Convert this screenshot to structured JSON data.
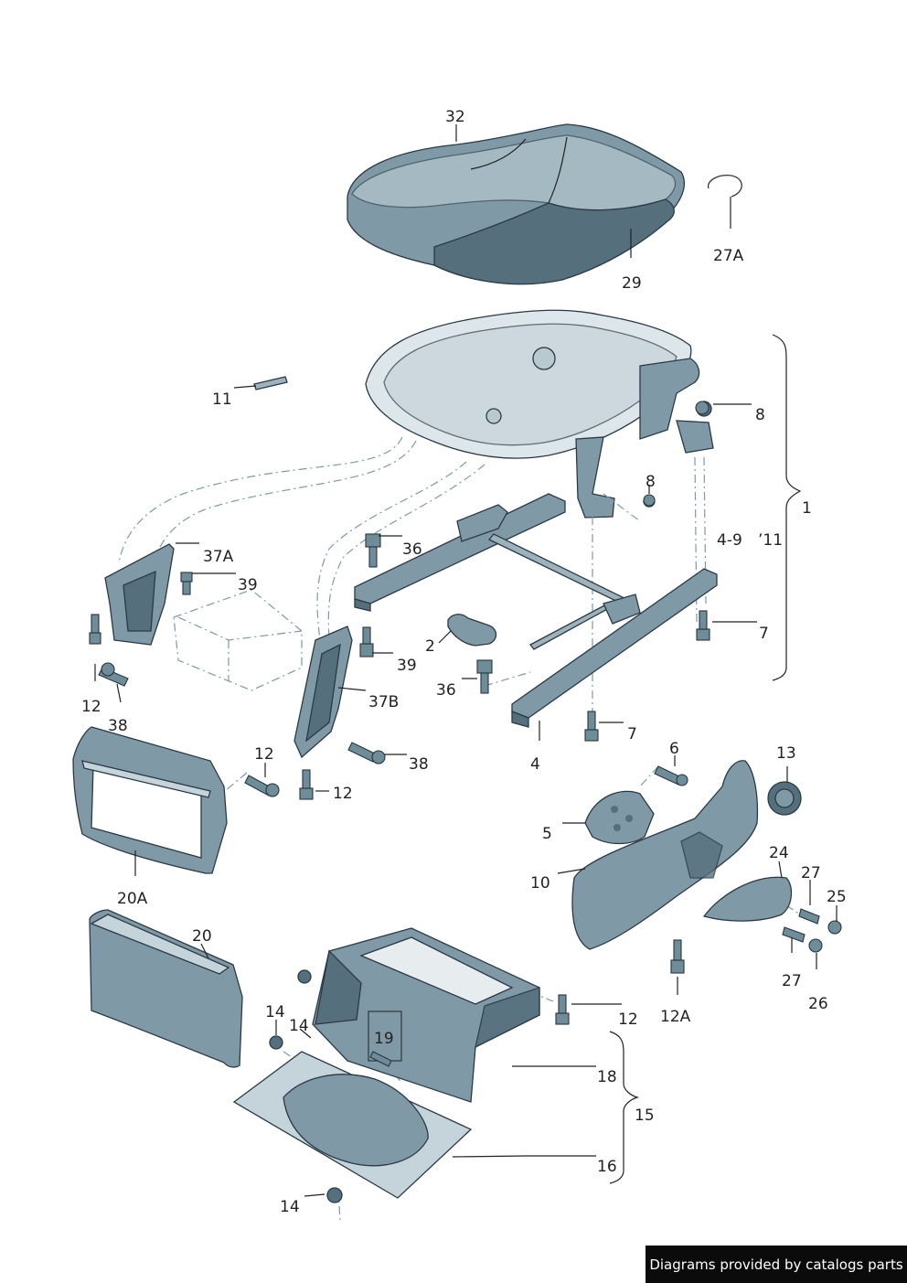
{
  "labels": [
    {
      "id": "32",
      "text": "32"
    },
    {
      "id": "27A",
      "text": "27A"
    },
    {
      "id": "29",
      "text": "29"
    },
    {
      "id": "11",
      "text": "11"
    },
    {
      "id": "8a",
      "text": "8"
    },
    {
      "id": "8b",
      "text": "8"
    },
    {
      "id": "1",
      "text": "1"
    },
    {
      "id": "4-9",
      "text": "4-9"
    },
    {
      "id": "yr11",
      "text": "’11"
    },
    {
      "id": "37A",
      "text": "37A"
    },
    {
      "id": "39a",
      "text": "39"
    },
    {
      "id": "36a",
      "text": "36"
    },
    {
      "id": "39b",
      "text": "39"
    },
    {
      "id": "2",
      "text": "2"
    },
    {
      "id": "36b",
      "text": "36"
    },
    {
      "id": "7a",
      "text": "7"
    },
    {
      "id": "7b",
      "text": "7"
    },
    {
      "id": "12a",
      "text": "12"
    },
    {
      "id": "38a",
      "text": "38"
    },
    {
      "id": "37B",
      "text": "37B"
    },
    {
      "id": "38b",
      "text": "38"
    },
    {
      "id": "12b",
      "text": "12"
    },
    {
      "id": "12c",
      "text": "12"
    },
    {
      "id": "4",
      "text": "4"
    },
    {
      "id": "6",
      "text": "6"
    },
    {
      "id": "13",
      "text": "13"
    },
    {
      "id": "5",
      "text": "5"
    },
    {
      "id": "10",
      "text": "10"
    },
    {
      "id": "24",
      "text": "24"
    },
    {
      "id": "27a",
      "text": "27"
    },
    {
      "id": "25",
      "text": "25"
    },
    {
      "id": "27b",
      "text": "27"
    },
    {
      "id": "26",
      "text": "26"
    },
    {
      "id": "12A",
      "text": "12A"
    },
    {
      "id": "20A",
      "text": "20A"
    },
    {
      "id": "20",
      "text": "20"
    },
    {
      "id": "14a",
      "text": "14"
    },
    {
      "id": "14b",
      "text": "14"
    },
    {
      "id": "19",
      "text": "19"
    },
    {
      "id": "12d",
      "text": "12"
    },
    {
      "id": "18",
      "text": "18"
    },
    {
      "id": "15",
      "text": "15"
    },
    {
      "id": "16",
      "text": "16"
    },
    {
      "id": "14c",
      "text": "14"
    }
  ],
  "credit": "Diagrams provided by catalogs parts",
  "colors": {
    "part_fill": "#7f9aa6",
    "part_dark": "#55707c",
    "part_light": "#c5d3da",
    "leader": "#222222",
    "badge_bg": "#0b0b0b"
  }
}
